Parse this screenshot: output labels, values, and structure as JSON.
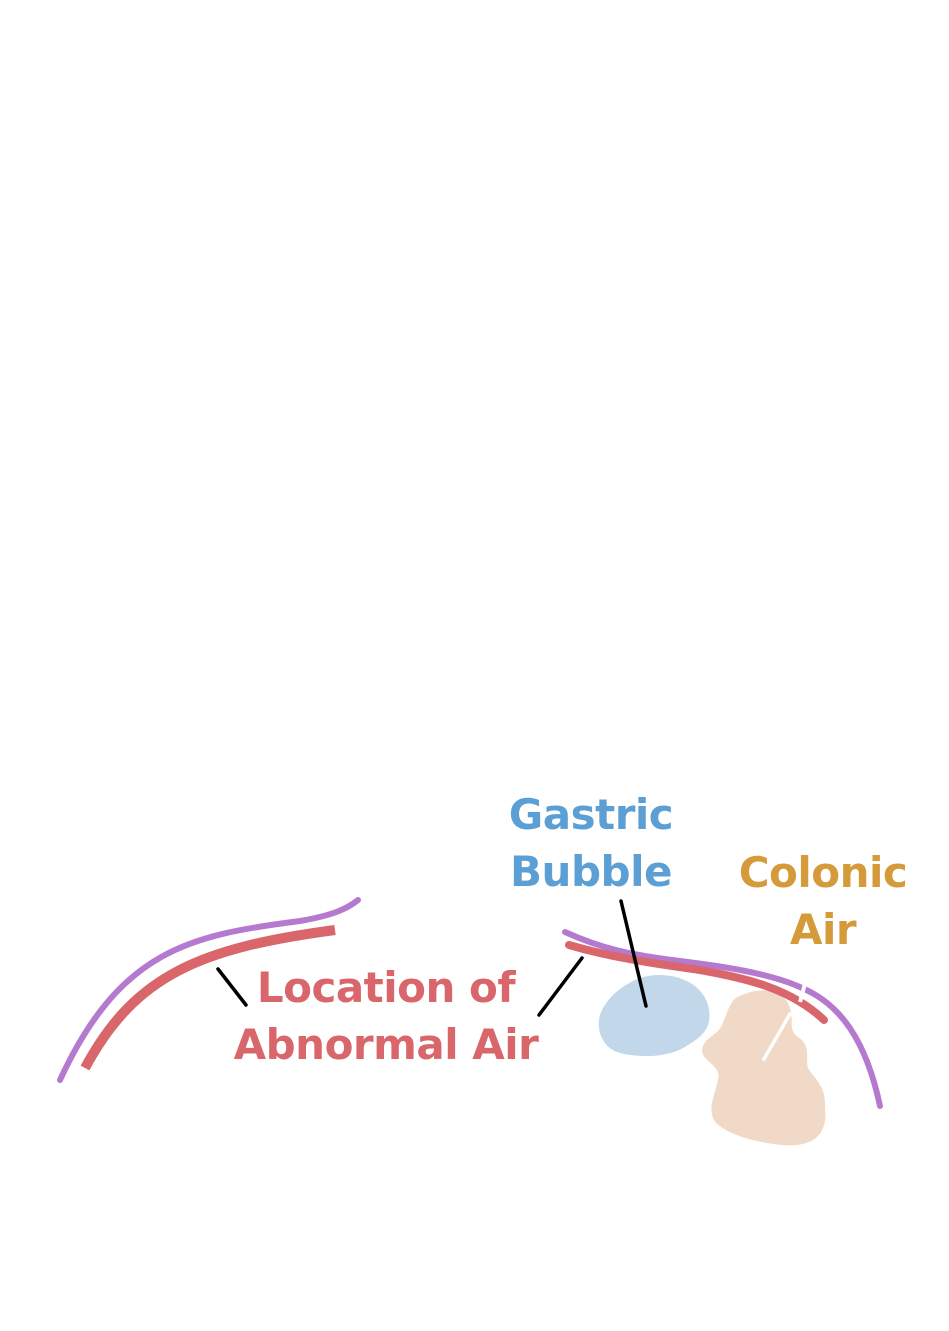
{
  "labels": {
    "gastric": {
      "line1": "Gastric",
      "line2": "Bubble"
    },
    "colonic": {
      "line1": "Colonic",
      "line2": "Air"
    },
    "abnormal": {
      "line1": "Location of",
      "line2": "Abnormal Air"
    }
  },
  "colors": {
    "gastric": "#5b9fd4",
    "gastric_fill": "#c2d7ea",
    "colonic": "#d59a3a",
    "colonic_fill": "#f0d9c7",
    "abnormal": "#d8666b",
    "diaphragm": "#b57ad0",
    "leader": "#000000"
  }
}
